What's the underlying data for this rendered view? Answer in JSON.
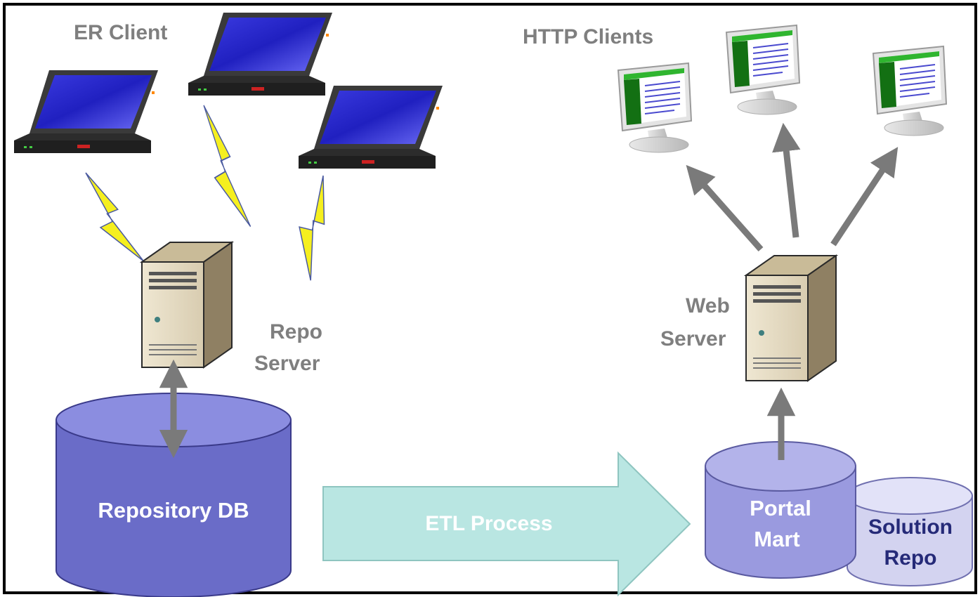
{
  "labels": {
    "er_client": "ER Client",
    "http_clients": "HTTP Clients",
    "repo_server_line1": "Repo",
    "repo_server_line2": "Server",
    "web_server_line1": "Web",
    "web_server_line2": "Server",
    "repository_db": "Repository DB",
    "etl_process": "ETL Process",
    "portal_mart_line1": "Portal",
    "portal_mart_line2": "Mart",
    "solution_repo_line1": "Solution",
    "solution_repo_line2": "Repo"
  },
  "colors": {
    "repository_db": "#6a6cc8",
    "portal_mart": "#9a9adf",
    "solution_repo": "#d3d3f0",
    "etl_arrow": "#b9e6e2",
    "connector_arrow": "#7a7a7a",
    "lightning": "#f5ef1f",
    "label_gray": "#7f7f7f",
    "label_navy": "#252a78"
  },
  "icons": {
    "laptop": "laptop-icon",
    "server": "server-tower-icon",
    "monitor": "monitor-icon",
    "lightning": "lightning-bolt-icon"
  }
}
